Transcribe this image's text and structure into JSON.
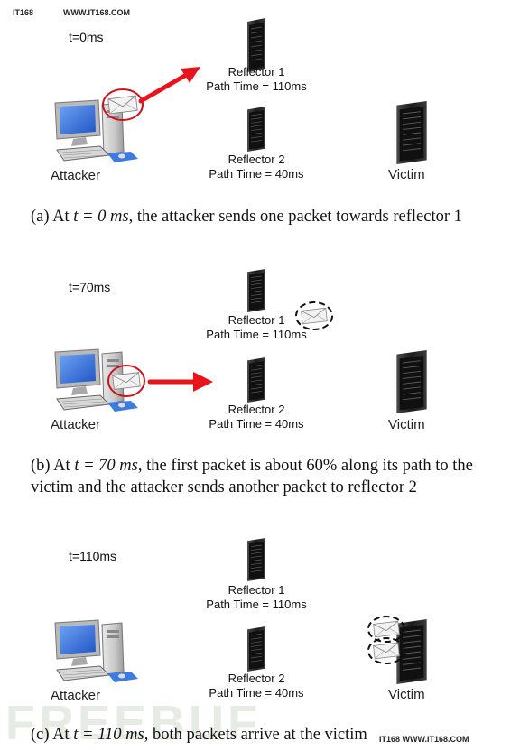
{
  "watermark_top": {
    "left": "IT168",
    "right": "WWW.IT168.COM"
  },
  "watermark_bottom": {
    "faint": "FREEBUF",
    "right": "IT168 WWW.IT168.COM"
  },
  "panels": [
    {
      "time": "t=0ms",
      "reflector1": {
        "name": "Reflector 1",
        "path": "Path Time = 110ms"
      },
      "reflector2": {
        "name": "Reflector 2",
        "path": "Path Time = 40ms"
      },
      "attacker": "Attacker",
      "victim": "Victim",
      "caption_prefix": "(a) At ",
      "caption_math": "t = 0 ms",
      "caption_suffix": ", the attacker sends one packet towards reflector 1"
    },
    {
      "time": "t=70ms",
      "reflector1": {
        "name": "Reflector 1",
        "path": "Path Time = 110ms"
      },
      "reflector2": {
        "name": "Reflector 2",
        "path": "Path Time = 40ms"
      },
      "attacker": "Attacker",
      "victim": "Victim",
      "caption_prefix": "(b) At ",
      "caption_math": "t = 70 ms",
      "caption_suffix": ", the first packet is about 60% along its path to the victim and the attacker sends another packet to reflector 2"
    },
    {
      "time": "t=110ms",
      "reflector1": {
        "name": "Reflector 1",
        "path": "Path Time = 110ms"
      },
      "reflector2": {
        "name": "Reflector 2",
        "path": "Path Time = 40ms"
      },
      "attacker": "Attacker",
      "victim": "Victim",
      "caption_prefix": "(c) At ",
      "caption_math": "t = 110 ms",
      "caption_suffix": ", both packets arrive at the victim"
    }
  ],
  "colors": {
    "arrow": "#e8141b",
    "circle": "#d0111c",
    "screen": "#2e6fd8"
  }
}
